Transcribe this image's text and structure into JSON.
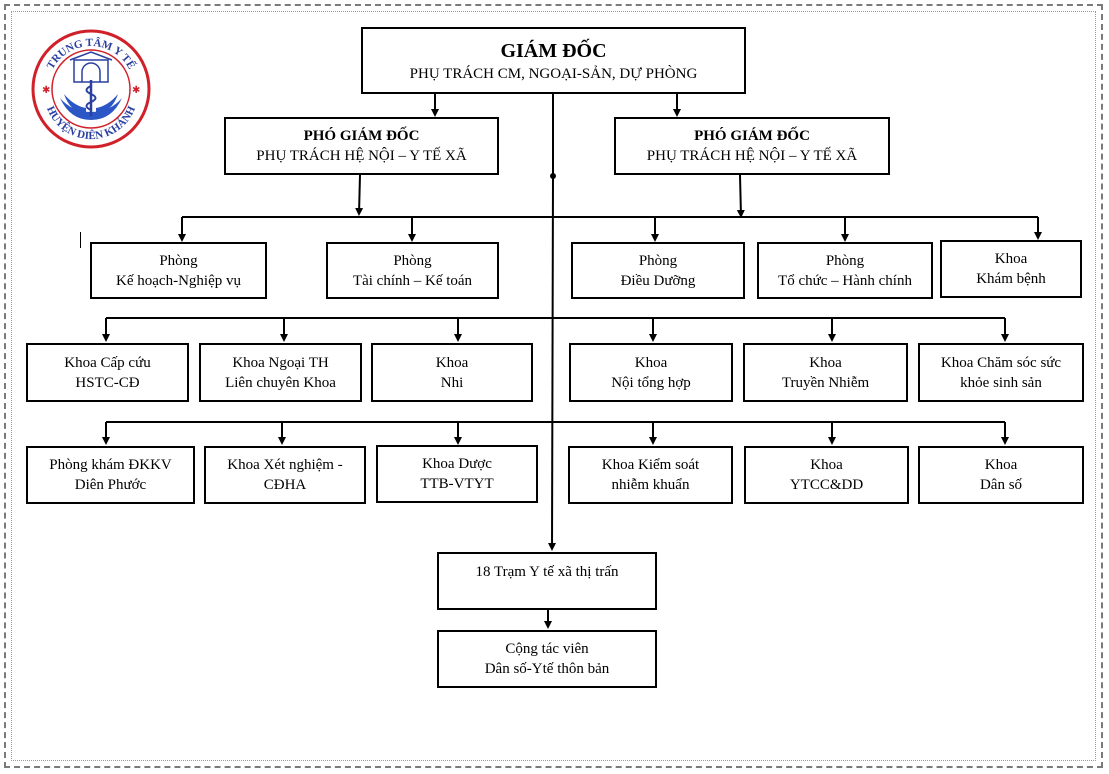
{
  "director": {
    "title": "GIÁM ĐỐC",
    "subtitle": "PHỤ TRÁCH CM, NGOẠI-SẢN, DỰ PHÒNG"
  },
  "deputies": [
    {
      "title": "PHÓ GIÁM ĐỐC",
      "subtitle": "PHỤ TRÁCH HỆ NỘI – Y TẾ XÃ"
    },
    {
      "title": "PHÓ GIÁM ĐỐC",
      "subtitle": "PHỤ TRÁCH HỆ NỘI – Y TẾ XÃ"
    }
  ],
  "row1": [
    {
      "l1": "Phòng",
      "l2": "Kế hoạch-Nghiệp vụ"
    },
    {
      "l1": "Phòng",
      "l2": "Tài chính – Kế toán"
    },
    {
      "l1": "Phòng",
      "l2": "Điều Dưỡng"
    },
    {
      "l1": "Phòng",
      "l2": "Tổ chức – Hành chính"
    },
    {
      "l1": "Khoa",
      "l2": "Khám bệnh"
    }
  ],
  "row2": [
    {
      "l1": "Khoa Cấp cứu",
      "l2": "HSTC-CĐ"
    },
    {
      "l1": "Khoa Ngoại TH",
      "l2": "Liên chuyên Khoa"
    },
    {
      "l1": "Khoa",
      "l2": "Nhi"
    },
    {
      "l1": "Khoa",
      "l2": "Nội tổng hợp"
    },
    {
      "l1": "Khoa",
      "l2": "Truyền Nhiễm"
    },
    {
      "l1": "Khoa Chăm sóc sức",
      "l2": "khỏe sinh sản"
    }
  ],
  "row3": [
    {
      "l1": "Phòng khám ĐKKV",
      "l2": "Diên Phước"
    },
    {
      "l1": "Khoa Xét nghiệm -",
      "l2": "CĐHA"
    },
    {
      "l1": "Khoa Dược",
      "l2": "TTB-VTYT"
    },
    {
      "l1": "Khoa Kiểm soát",
      "l2": "nhiễm khuẩn"
    },
    {
      "l1": "Khoa",
      "l2": "YTCC&DD"
    },
    {
      "l1": "Khoa",
      "l2": "Dân số"
    }
  ],
  "stations": {
    "label": "18 Trạm Y tế xã thị trấn"
  },
  "collaborators": {
    "l1": "Cộng tác viên",
    "l2": "Dân số-Ytế thôn bản"
  },
  "logo": {
    "icon": "caduceus-hands-emblem",
    "top_text": "TRUNG TÂM Y TẾ",
    "bottom_text": "HUYỆN DIÊN KHÁNH",
    "ring_color": "#d0202a",
    "text_color": "#2a3fa0",
    "hands_color": "#2a56c6"
  }
}
